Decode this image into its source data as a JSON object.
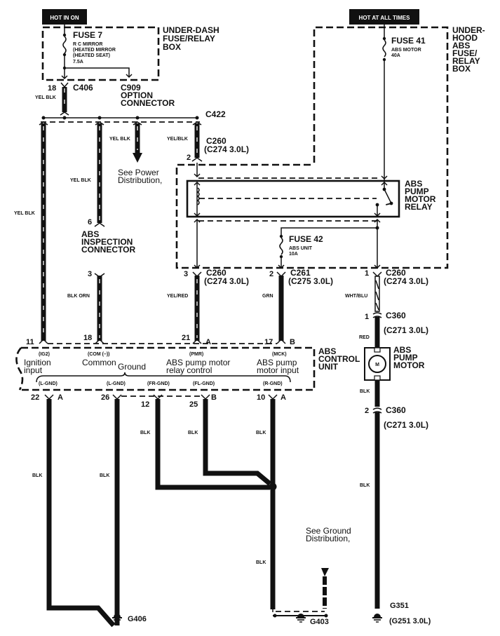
{
  "power_sources": {
    "hot_in_on": "HOT IN ON",
    "hot_at_all_times": "HOT AT ALL TIMES"
  },
  "under_dash_box": {
    "title_lines": [
      "UNDER-DASH",
      "FUSE/RELAY",
      "BOX"
    ],
    "fuse": "FUSE 7",
    "fuse_desc": [
      "R C MIRROR",
      "(HEATED MIRROR",
      "(HEATED SEAT)",
      "7.5A"
    ]
  },
  "under_hood_box": {
    "title_lines": [
      "UNDER-",
      "HOOD",
      "ABS",
      "FUSE/",
      "RELAY",
      "BOX"
    ],
    "fuse41": "FUSE 41",
    "fuse41_desc": [
      "ABS MOTOR",
      "40A"
    ],
    "fuse42": "FUSE 42",
    "fuse42_desc": [
      "ABS UNIT",
      "10A"
    ]
  },
  "relay": {
    "title_lines": [
      "ABS",
      "PUMP",
      "MOTOR",
      "RELAY"
    ]
  },
  "connectors": {
    "c406": {
      "name": "C406",
      "pin": "18"
    },
    "c909": {
      "lines": [
        "C909",
        "OPTION",
        "CONNECTOR"
      ]
    },
    "c422": "C422",
    "c260_top": {
      "name": "C260",
      "alt": "(C274 3.0L)",
      "pin": "2"
    },
    "c260_left": {
      "name": "C260",
      "alt": "(C274 3.0L)",
      "pin": "3"
    },
    "c261": {
      "name": "C261",
      "alt": "(C275 3.0L)",
      "pin": "2"
    },
    "c260_right": {
      "name": "C260",
      "alt": "(C274 3.0L)",
      "pin": "1"
    },
    "c360_top": {
      "name": "C360",
      "alt": "(C271 3.0L)",
      "pin": "1"
    },
    "c360_bot": {
      "name": "C360",
      "alt": "(C271 3.0L)",
      "pin": "2"
    }
  },
  "inspection": {
    "pin_top": "6",
    "lines": [
      "ABS",
      "INSPECTION",
      "CONNECTOR"
    ],
    "pin_bot": "3"
  },
  "see_power": [
    "See Power",
    "Distribution,"
  ],
  "see_ground": [
    "See Ground",
    "Distribution,"
  ],
  "wire_colors": {
    "c406": "YEL BLK",
    "left": "YEL BLK",
    "inspection_top": "YEL BLK",
    "power": "YEL BLK",
    "c260": "YEL/BLK",
    "inspection_bot": "BLK ORN",
    "pmr": "YEL/RED",
    "mck": "GRN",
    "motor_feed": "WHT/BLU",
    "motor_red": "RED",
    "motor_blk": "BLK",
    "motor_gnd": "BLK",
    "g22": "BLK",
    "g26": "BLK",
    "g12": "BLK",
    "g25": "BLK",
    "g10": "BLK",
    "g403": "BLK"
  },
  "control_unit": {
    "title_lines": [
      "ABS",
      "CONTROL",
      "UNIT"
    ],
    "top_pins": [
      {
        "pin": "11",
        "letter": ""
      },
      {
        "pin": "18",
        "letter": ""
      },
      {
        "pin": "21",
        "letter": "A"
      },
      {
        "pin": "17",
        "letter": "B"
      }
    ],
    "terminals": [
      {
        "code": "(IG2)",
        "label": [
          "Ignition",
          "input"
        ]
      },
      {
        "code": "(COM (–))",
        "label": [
          "Common"
        ]
      },
      {
        "code": "(PMR)",
        "label": [
          "ABS pump motor",
          "relay control"
        ]
      },
      {
        "code": "(MCK)",
        "label": [
          "ABS pump",
          "motor input"
        ]
      }
    ],
    "ground_label": "Ground",
    "ground_codes": [
      "(L-GND)",
      "(L-GND)",
      "(FR-GND)",
      "(FL-GND)",
      "(R-GND)"
    ],
    "bottom_pins": [
      {
        "pin": "22",
        "letter": "A"
      },
      {
        "pin": "26",
        "letter": ""
      },
      {
        "pin": "12",
        "letter": ""
      },
      {
        "pin": "25",
        "letter": "B"
      },
      {
        "pin": "10",
        "letter": "A"
      }
    ]
  },
  "motor": {
    "title_lines": [
      "ABS",
      "PUMP",
      "MOTOR"
    ],
    "symbol": "M"
  },
  "grounds": {
    "g406": "G406",
    "g403": "G403",
    "g351": "G351",
    "g351_alt": "(G251 3.0L)"
  }
}
